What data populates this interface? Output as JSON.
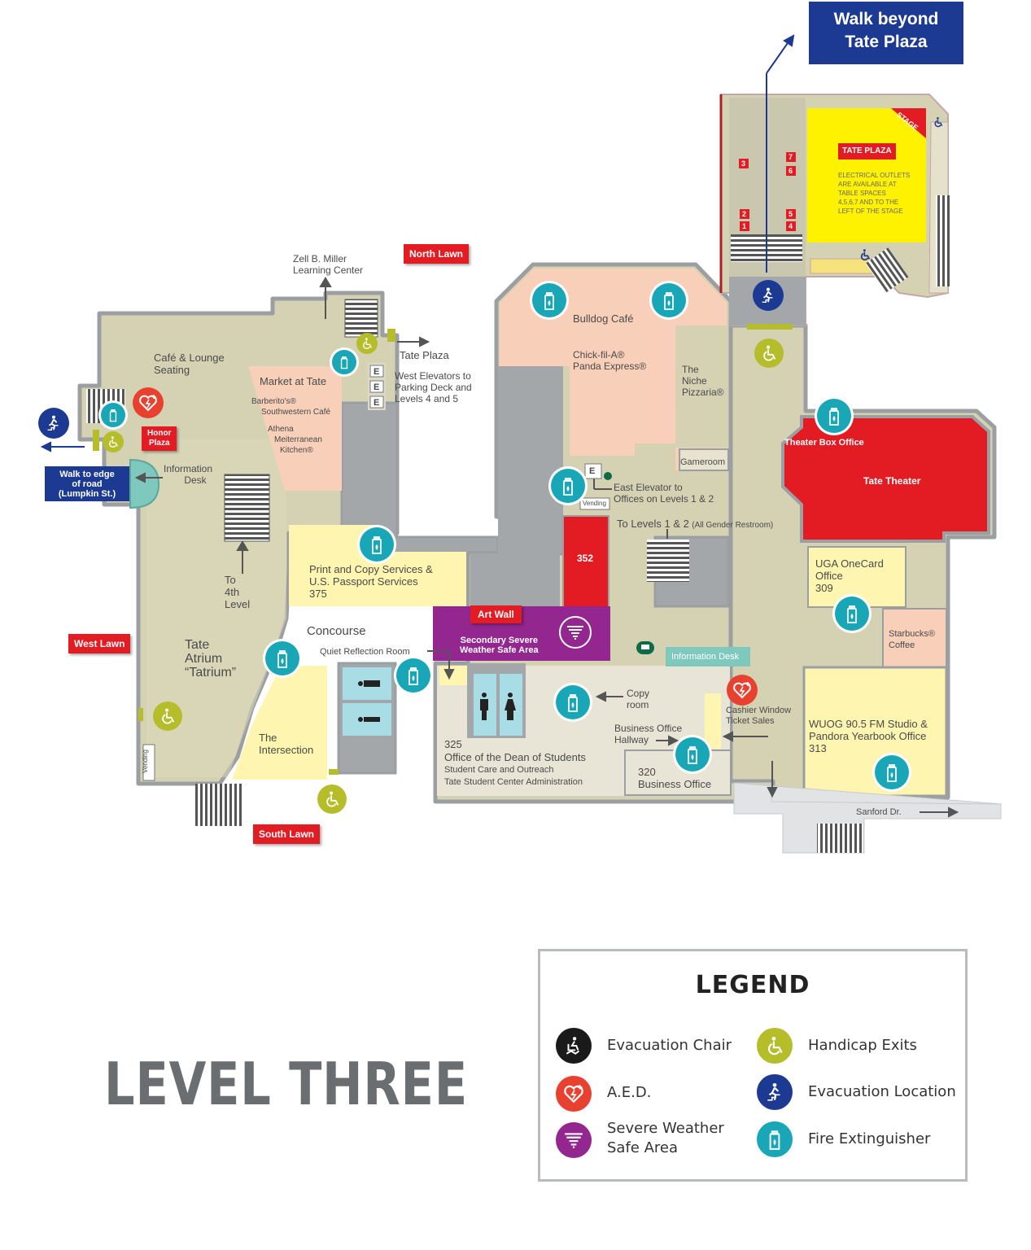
{
  "map": {
    "title": "LEVEL THREE",
    "callout_walk_beyond": [
      "Walk beyond",
      "Tate Plaza"
    ],
    "callout_walk_edge": [
      "Walk to edge",
      "of road",
      "(Lumpkin St.)"
    ],
    "lawns": {
      "north": "North Lawn",
      "west": "West Lawn",
      "south": "South Lawn",
      "honor_plaza": [
        "Honor",
        "Plaza"
      ]
    },
    "rooms": {
      "tate_plaza_title": "TATE  PLAZA",
      "tate_plaza_note": [
        "ELECTRICAL OUTLETS",
        "ARE AVAILABLE AT",
        "TABLE SPACES",
        "4,5,6,7 AND TO THE",
        "LEFT OF THE STAGE"
      ],
      "stage": "STAGE",
      "table_numbers": [
        "1",
        "2",
        "3",
        "4",
        "5",
        "6",
        "7"
      ],
      "zell_miller": [
        "Zell B. Miller",
        "Learning Center"
      ],
      "tate_plaza_exit": "Tate Plaza",
      "west_elevators": [
        "West Elevators to",
        "Parking Deck and",
        "Levels 4 and 5"
      ],
      "elevator_letter": "E",
      "cafe_lounge": [
        "Café & Lounge",
        "Seating"
      ],
      "market": "Market at Tate",
      "market_items": [
        "Barberito's®",
        "Southwestern Café",
        "Athena",
        "Meiterranean",
        "Kitchen®"
      ],
      "information_desk_west": [
        "Information",
        "Desk"
      ],
      "to_4th": [
        "To",
        "4th",
        "Level"
      ],
      "tate_atrium": [
        "Tate",
        "Atrium",
        "“Tatrium”"
      ],
      "print_copy": [
        "Print and Copy Services &",
        "U.S. Passport Services",
        "375"
      ],
      "concourse": "Concourse",
      "quiet_reflection": "Quiet Reflection Room",
      "the_intersection": [
        "The",
        "Intersection"
      ],
      "vending": "Vending",
      "bulldog_cafe": "Bulldog Café",
      "chick_panda": [
        "Chick-fil-A®",
        "Panda Express®"
      ],
      "niche": [
        "The",
        "Niche",
        "Pizzaria®"
      ],
      "gameroom": "Gameroom",
      "east_elevator": [
        "East Elevator to",
        "Offices on Levels 1 & 2"
      ],
      "room_352": "352",
      "art_wall": "Art Wall",
      "secondary_severe": [
        "Secondary Severe",
        "Weather Safe Area"
      ],
      "to_levels_12": "To Levels 1 & 2",
      "all_gender": "(All Gender Restroom)",
      "theater_box_office": "Theater Box Office",
      "tate_theater": "Tate Theater",
      "onecard": [
        "UGA OneCard",
        "Office",
        "309"
      ],
      "starbucks": [
        "Starbucks®",
        "Coffee"
      ],
      "information_desk": "Information Desk",
      "copy_room": [
        "Copy",
        "room"
      ],
      "cashier": [
        "Cashier Window",
        "Ticket Sales"
      ],
      "business_hallway": [
        "Business Office",
        "Hallway"
      ],
      "dean_office": [
        "325",
        "Office of the Dean of Students",
        "Student Care and Outreach",
        "Tate Student Center Administration"
      ],
      "business_office": [
        "320",
        "Business Office"
      ],
      "wuog": [
        "WUOG 90.5 FM Studio &",
        "Pandora Yearbook Office",
        "313"
      ],
      "sanford": "Sanford Dr."
    }
  },
  "legend": {
    "title": "LEGEND",
    "items": [
      {
        "label": "Evacuation Chair",
        "icon": "evacuation-chair-icon",
        "color": "#1a1a1a"
      },
      {
        "label": "A.E.D.",
        "icon": "aed-icon",
        "color": "#e8412f"
      },
      {
        "label": [
          "Severe Weather",
          "Safe Area"
        ],
        "icon": "severe-weather-icon",
        "color": "#93278f"
      },
      {
        "label": "Handicap Exits",
        "icon": "handicap-icon",
        "color": "#b5bd2b"
      },
      {
        "label": "Evacuation Location",
        "icon": "evacuation-location-icon",
        "color": "#1d3a93"
      },
      {
        "label": "Fire Extinguisher",
        "icon": "fire-extinguisher-icon",
        "color": "#19a7b8"
      }
    ]
  },
  "colors": {
    "floor": "#d5d2b4",
    "dining": "#f8cfb9",
    "offices": "#fdf5b0",
    "corridor": "#9fa3a6",
    "theater": "#e31b23",
    "plaza": "#fff200",
    "safe_area": "#93278f",
    "info_desk": "#7ec8bd"
  }
}
